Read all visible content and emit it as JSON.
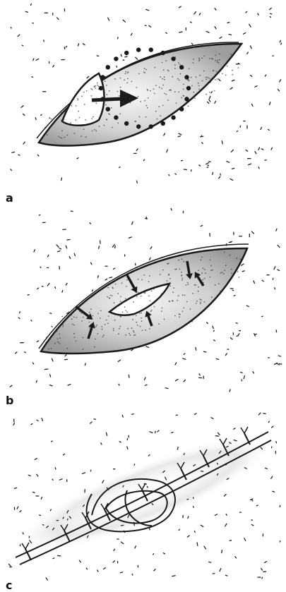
{
  "figure": {
    "panels": [
      {
        "label": "a"
      },
      {
        "label": "b"
      },
      {
        "label": "c"
      }
    ],
    "colors": {
      "ink": "#1a1a1a",
      "tissue_shade": "#b5b5b5",
      "tissue_light": "#f4f4f4",
      "background": "#ffffff"
    }
  }
}
